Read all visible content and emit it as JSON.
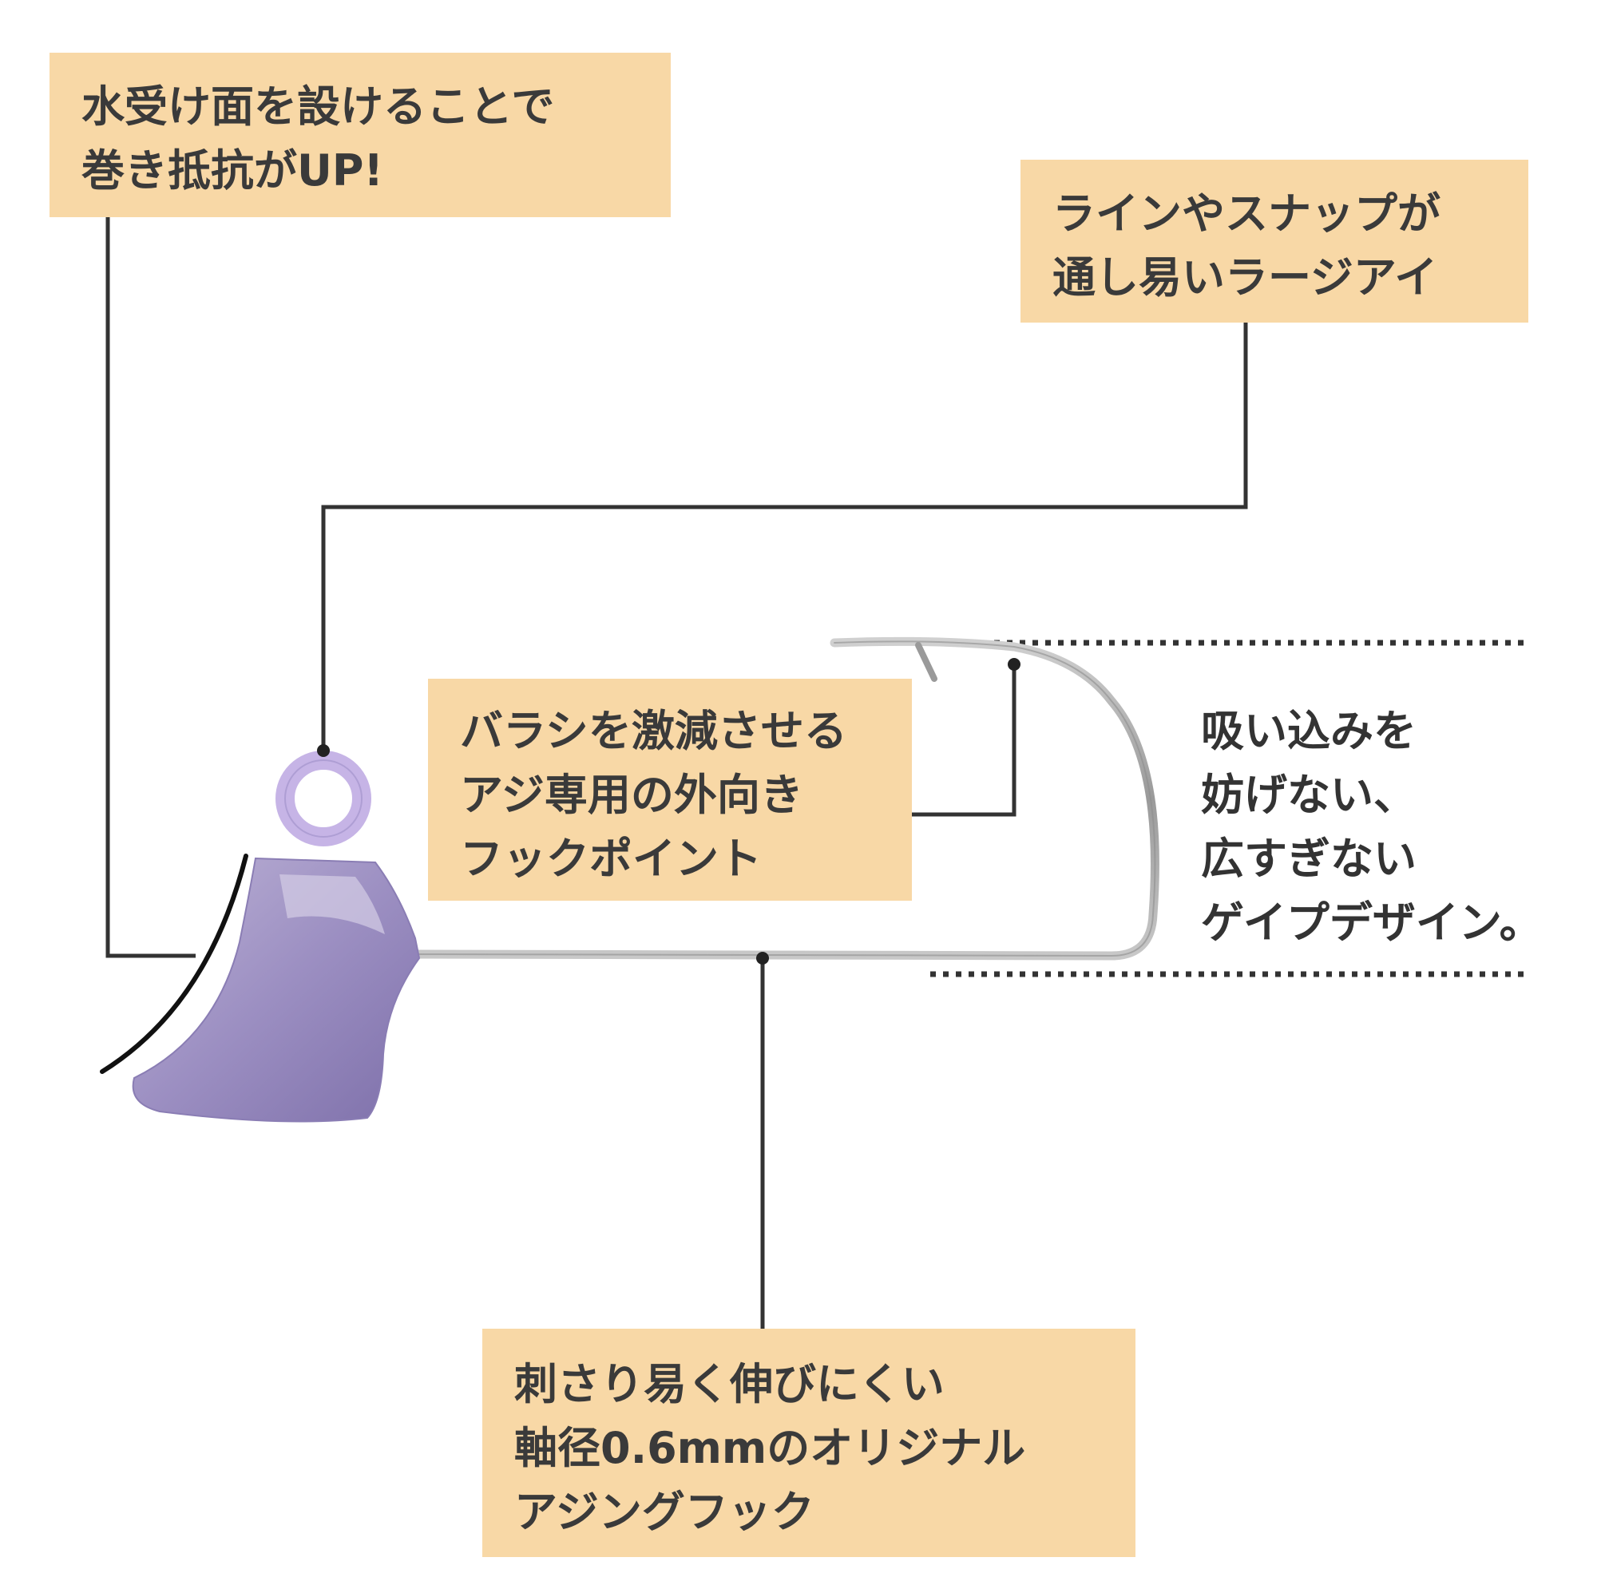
{
  "callouts": {
    "water_face": {
      "lines": [
        "水受け面を設けることで",
        "巻き抵抗がUP!"
      ]
    },
    "large_eye": {
      "lines": [
        "ラインやスナップが",
        "通し易いラージアイ"
      ]
    },
    "hook_point": {
      "lines": [
        "バラシを激減させる",
        "アジ専用の外向き",
        "フックポイント"
      ]
    },
    "shank": {
      "lines": [
        "刺さり易く伸びにくい",
        "軸径0.6mmのオリジナル",
        "アジングフック"
      ]
    }
  },
  "gape_note": {
    "lines": [
      "吸い込みを",
      "妨げない、",
      "広すぎない",
      "ゲイプデザイン。"
    ]
  },
  "colors": {
    "callout_fill": "#f8d8a6",
    "text": "#3a3a3a",
    "leader_line": "#333333",
    "jig_head": "#9c8fc2",
    "eye_ring": "#c6b4e6",
    "hook_wire": "#a8a8a8"
  }
}
